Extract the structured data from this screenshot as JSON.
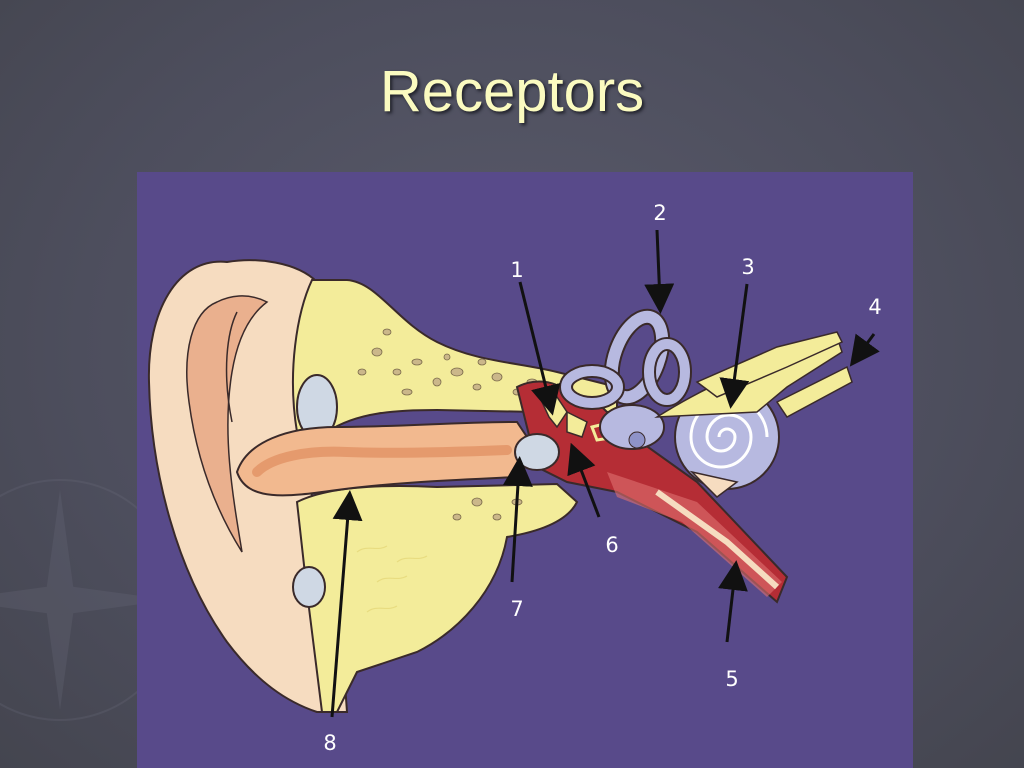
{
  "slide": {
    "title": "Receptors"
  },
  "diagram": {
    "labels": [
      "1",
      "2",
      "3",
      "4",
      "5",
      "6",
      "7",
      "8"
    ]
  },
  "colors": {
    "background": "#4e4f5e",
    "title": "#fbfbc0",
    "panel": "#584a8a"
  }
}
